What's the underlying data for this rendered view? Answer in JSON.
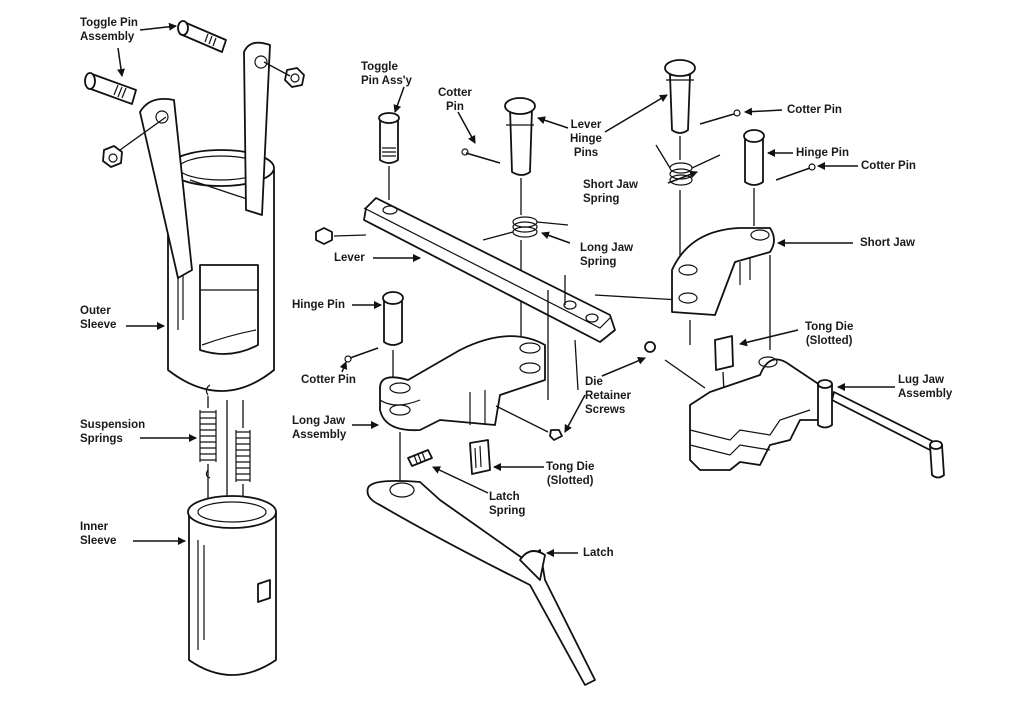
{
  "diagram": {
    "type": "exploded-assembly",
    "background": "#ffffff",
    "ink": "#111111",
    "labels": {
      "toggle_pin_assembly": "Toggle Pin\nAssembly",
      "outer_sleeve": "Outer\nSleeve",
      "suspension_springs": "Suspension\nSprings",
      "inner_sleeve": "Inner\nSleeve",
      "toggle_pin_assy": "Toggle\nPin Ass'y",
      "cotter_pin_top": "Cotter\nPin",
      "lever_hinge_pins": "Lever\nHinge\nPins",
      "lever": "Lever",
      "long_jaw_spring": "Long Jaw\nSpring",
      "hinge_pin_left": "Hinge Pin",
      "cotter_pin_left": "Cotter Pin",
      "long_jaw_assembly": "Long Jaw\nAssembly",
      "die_retainer_screws": "Die\nRetainer\nScrews",
      "tong_die_lower": "Tong Die\n(Slotted)",
      "latch_spring": "Latch\nSpring",
      "latch": "Latch",
      "cotter_pin_right_top": "Cotter Pin",
      "hinge_pin_right": "Hinge Pin",
      "cotter_pin_right": "Cotter Pin",
      "short_jaw_spring": "Short Jaw\nSpring",
      "short_jaw": "Short Jaw",
      "tong_die_upper": "Tong Die\n(Slotted)",
      "lug_jaw_assembly": "Lug Jaw\nAssembly"
    }
  }
}
